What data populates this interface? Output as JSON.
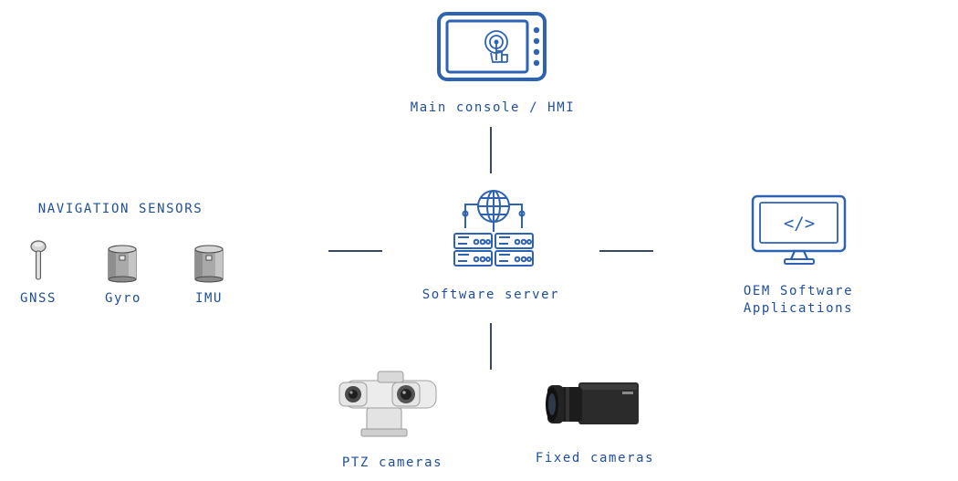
{
  "diagram": {
    "console": {
      "label": "Main console / HMI"
    },
    "server": {
      "label": "Software server"
    },
    "navigation": {
      "heading": "NAVIGATION SENSORS",
      "sensors": [
        {
          "label": "GNSS",
          "icon": "gnss-antenna-icon"
        },
        {
          "label": "Gyro",
          "icon": "gyro-cylinder-icon"
        },
        {
          "label": "IMU",
          "icon": "imu-cylinder-icon"
        }
      ]
    },
    "oem": {
      "label_line1": "OEM Software",
      "label_line2": "Applications"
    },
    "ptz": {
      "label": "PTZ cameras"
    },
    "fixed": {
      "label": "Fixed cameras"
    }
  },
  "colors": {
    "brand_blue": "#1f4f9c",
    "connector": "#3a4a63",
    "icon_stroke": "#2d62b4"
  }
}
